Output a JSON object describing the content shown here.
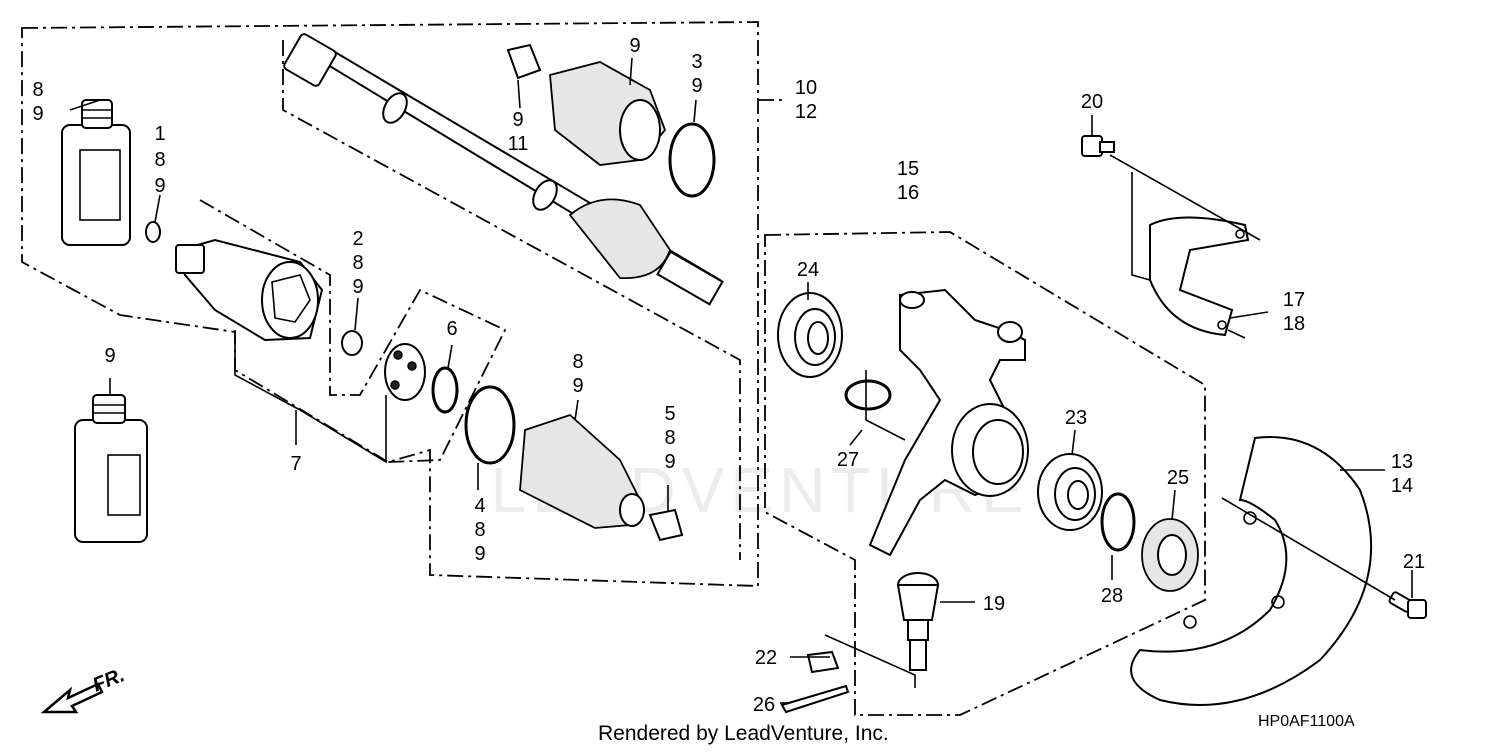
{
  "diagram": {
    "footer": "Rendered by LeadVenture, Inc.",
    "code": "HP0AF1100A",
    "watermark": "LEADVENTURE",
    "fr_label": "FR.",
    "labels": {
      "l_8_9_top": [
        "8",
        "9"
      ],
      "l_1_8_9": [
        "1",
        "8",
        "9"
      ],
      "l_9_left": [
        "9"
      ],
      "l_2_8_9": [
        "2",
        "8",
        "9"
      ],
      "l_6": [
        "6"
      ],
      "l_7": [
        "7"
      ],
      "l_9_11": [
        "9",
        "11"
      ],
      "l_9_boot": [
        "9"
      ],
      "l_3_9": [
        "3",
        "9"
      ],
      "l_10_12": [
        "10",
        "12"
      ],
      "l_8_9_boot": [
        "8",
        "9"
      ],
      "l_5_8_9": [
        "5",
        "8",
        "9"
      ],
      "l_4_8_9": [
        "4",
        "8",
        "9"
      ],
      "l_15_16": [
        "15",
        "16"
      ],
      "l_24": [
        "24"
      ],
      "l_27": [
        "27"
      ],
      "l_23": [
        "23"
      ],
      "l_25": [
        "25"
      ],
      "l_28": [
        "28"
      ],
      "l_19": [
        "19"
      ],
      "l_22": [
        "22"
      ],
      "l_26": [
        "26"
      ],
      "l_20": [
        "20"
      ],
      "l_17_18": [
        "17",
        "18"
      ],
      "l_13_14": [
        "13",
        "14"
      ],
      "l_21": [
        "21"
      ]
    }
  }
}
